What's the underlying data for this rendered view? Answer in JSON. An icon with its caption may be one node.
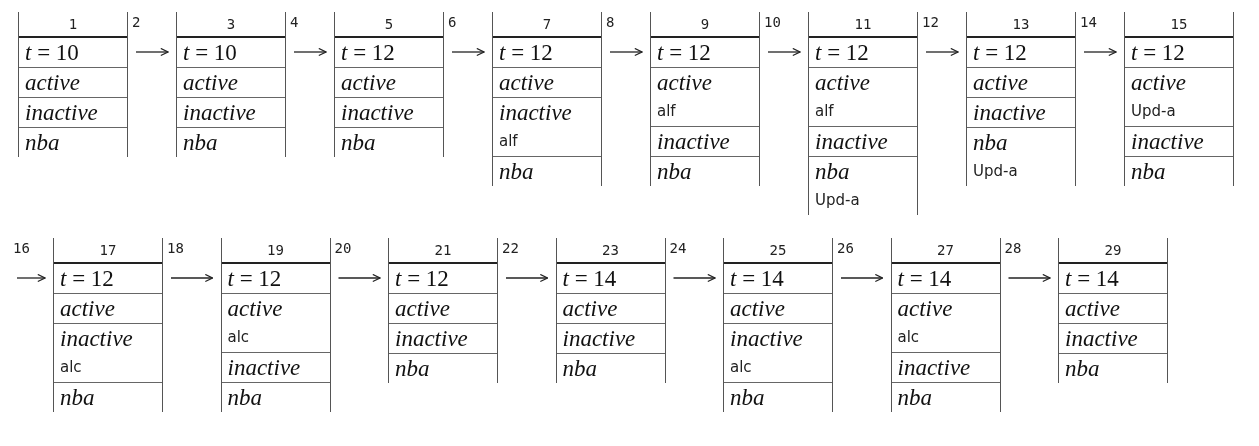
{
  "diagram": {
    "nodes": [
      {
        "text": [
          "1"
        ]
      },
      {
        "text": [
          "*t* = 10"
        ],
        "in": 0
      },
      {
        "text": [
          "active"
        ],
        "in": 0
      },
      {
        "text": [
          "inactive"
        ],
        "in": 0
      },
      {
        "text": [
          "nba"
        ],
        "in": 0
      },
      {
        "text": [
          "3"
        ]
      },
      {
        "text": [
          "*t* = 10"
        ],
        "in": 5
      },
      {
        "text": [
          "active"
        ],
        "in": 5
      },
      {
        "text": [
          "inactive"
        ],
        "in": 5
      },
      {
        "text": [
          "nba"
        ],
        "in": 5
      },
      {
        "text": [
          "5"
        ]
      },
      {
        "text": [
          "*t* = 12"
        ],
        "in": 10
      },
      {
        "text": [
          "active"
        ],
        "in": 10
      },
      {
        "text": [
          "inactive"
        ],
        "in": 10
      },
      {
        "text": [
          "nba"
        ],
        "in": 10
      },
      {
        "text": [
          "7"
        ]
      },
      {
        "text": [
          "*t* = 12"
        ],
        "in": 15
      },
      {
        "text": [
          "active"
        ],
        "in": 15
      },
      {
        "text": [
          "inactive",
          "alf"
        ],
        "in": 15
      },
      {
        "text": [
          "nba"
        ],
        "in": 15
      },
      {
        "text": [
          "9"
        ]
      },
      {
        "text": [
          "*t* = 12"
        ],
        "in": 20
      },
      {
        "text": [
          "active",
          "alf"
        ],
        "in": 20
      },
      {
        "text": [
          "inactive"
        ],
        "in": 20
      },
      {
        "text": [
          "nba"
        ],
        "in": 20
      },
      {
        "text": [
          "11"
        ]
      },
      {
        "text": [
          "*t* = 12"
        ],
        "in": 25
      },
      {
        "text": [
          "active",
          "alf"
        ],
        "in": 25
      },
      {
        "text": [
          "inactive"
        ],
        "in": 25
      },
      {
        "text": [
          "nba",
          "Upd-a"
        ],
        "in": 25
      },
      {
        "text": [
          "13"
        ]
      },
      {
        "text": [
          "*t* = 12"
        ],
        "in": 30
      },
      {
        "text": [
          "active"
        ],
        "in": 30
      },
      {
        "text": [
          "inactive"
        ],
        "in": 30
      },
      {
        "text": [
          "nba",
          "Upd-a"
        ],
        "in": 30
      },
      {
        "text": [
          "15"
        ]
      },
      {
        "text": [
          "*t* = 12"
        ],
        "in": 35
      },
      {
        "text": [
          "active",
          "Upd-a"
        ],
        "in": 35
      },
      {
        "text": [
          "inactive"
        ],
        "in": 35
      },
      {
        "text": [
          "nba"
        ],
        "in": 35
      },
      {
        "text": [
          "17"
        ]
      },
      {
        "text": [
          "*t* = 12"
        ],
        "in": 40
      },
      {
        "text": [
          "active"
        ],
        "in": 40
      },
      {
        "text": [
          "inactive",
          "alc"
        ],
        "in": 40
      },
      {
        "text": [
          "nba"
        ],
        "in": 40
      },
      {
        "text": [
          "19"
        ]
      },
      {
        "text": [
          "*t* = 12"
        ],
        "in": 45
      },
      {
        "text": [
          "active",
          "alc"
        ],
        "in": 45
      },
      {
        "text": [
          "inactive"
        ],
        "in": 45
      },
      {
        "text": [
          "nba"
        ],
        "in": 45
      },
      {
        "text": [
          "21"
        ]
      },
      {
        "text": [
          "*t* = 12"
        ],
        "in": 50
      },
      {
        "text": [
          "active"
        ],
        "in": 50
      },
      {
        "text": [
          "inactive"
        ],
        "in": 50
      },
      {
        "text": [
          "nba"
        ],
        "in": 50
      },
      {
        "text": [
          "23"
        ]
      },
      {
        "text": [
          "*t* = 14"
        ],
        "in": 55
      },
      {
        "text": [
          "active"
        ],
        "in": 55
      },
      {
        "text": [
          "inactive"
        ],
        "in": 55
      },
      {
        "text": [
          "nba"
        ],
        "in": 55
      },
      {
        "text": [
          "25"
        ]
      },
      {
        "text": [
          "*t* = 14"
        ],
        "in": 60
      },
      {
        "text": [
          "active"
        ],
        "in": 60
      },
      {
        "text": [
          "inactive",
          "alc"
        ],
        "in": 60
      },
      {
        "text": [
          "nba"
        ],
        "in": 60
      },
      {
        "text": [
          "27"
        ]
      },
      {
        "text": [
          "*t* = 14"
        ],
        "in": 65
      },
      {
        "text": [
          "active",
          "alc"
        ],
        "in": 65
      },
      {
        "text": [
          "inactive"
        ],
        "in": 65
      },
      {
        "text": [
          "nba"
        ],
        "in": 65
      },
      {
        "text": [
          "29"
        ]
      },
      {
        "text": [
          "*t* = 14"
        ],
        "in": 70
      },
      {
        "text": [
          "active"
        ],
        "in": 70
      },
      {
        "text": [
          "inactive"
        ],
        "in": 70
      },
      {
        "text": [
          "nba"
        ],
        "in": 70
      }
    ],
    "edges": [
      {
        "from": 0,
        "to": 5,
        "arrow": "to",
        "label": "2"
      },
      {
        "from": 5,
        "to": 10,
        "arrow": "to",
        "label": "4"
      },
      {
        "from": 10,
        "to": 15,
        "arrow": "to",
        "label": "6"
      },
      {
        "from": 15,
        "to": 20,
        "arrow": "to",
        "label": "8"
      },
      {
        "from": 20,
        "to": 25,
        "arrow": "to",
        "label": "10"
      },
      {
        "from": 25,
        "to": 30,
        "arrow": "to",
        "label": "12"
      },
      {
        "from": 30,
        "to": 35,
        "arrow": "to",
        "label": "14"
      },
      {
        "from": null,
        "to": 40,
        "arrow": "to",
        "label": "16"
      },
      {
        "from": 40,
        "to": 45,
        "arrow": "to",
        "label": "18"
      },
      {
        "from": 45,
        "to": 50,
        "arrow": "to",
        "label": "20"
      },
      {
        "from": 50,
        "to": 55,
        "arrow": "to",
        "label": "22"
      },
      {
        "from": 55,
        "to": 60,
        "arrow": "to",
        "label": "24"
      },
      {
        "from": 60,
        "to": 65,
        "arrow": "to",
        "label": "26"
      },
      {
        "from": 65,
        "to": 70,
        "arrow": "to",
        "label": "28"
      }
    ]
  }
}
